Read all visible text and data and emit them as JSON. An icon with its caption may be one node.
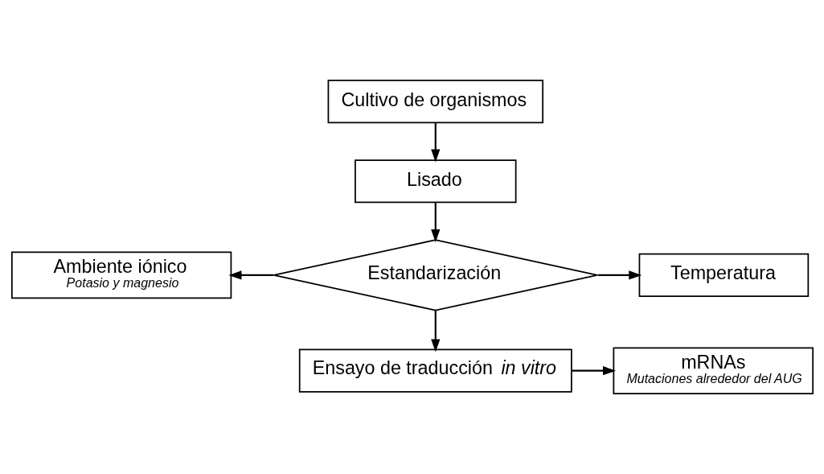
{
  "diagram": {
    "nodes": [
      {
        "text": [
          "Cultivo de organismos"
        ]
      },
      {
        "text": [
          "Lisado"
        ]
      },
      {
        "text": [
          "Estandarización"
        ]
      },
      {
        "text": [
          "Ambiente iónico",
          "Potasio y magnesio"
        ]
      },
      {
        "text": [
          "Temperatura"
        ]
      },
      {
        "text": [
          "Ensayo de traducción *in vitro*"
        ]
      },
      {
        "text": [
          "mRNAs",
          "Mutaciones alrededor del AUG"
        ]
      }
    ],
    "edges": [
      {
        "from": 0,
        "to": 1,
        "arrow": "to"
      },
      {
        "from": 1,
        "to": 2,
        "arrow": "to"
      },
      {
        "from": 2,
        "to": 3,
        "arrow": "to"
      },
      {
        "from": 2,
        "to": 4,
        "arrow": "to"
      },
      {
        "from": 2,
        "to": 5,
        "arrow": "to"
      },
      {
        "from": 5,
        "to": 6,
        "arrow": "to"
      }
    ]
  }
}
